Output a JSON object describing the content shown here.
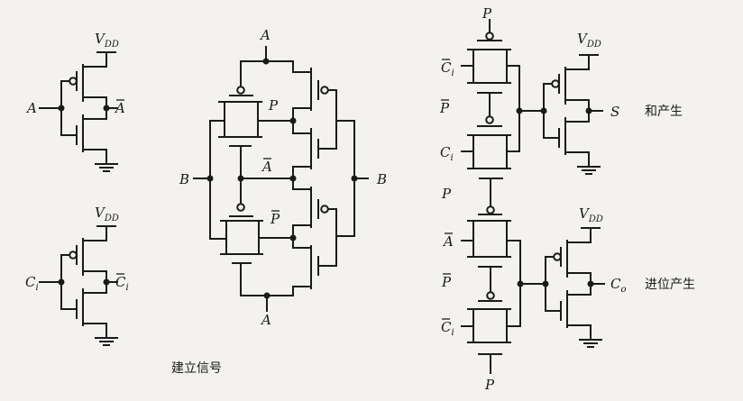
{
  "inverter_sum_a": {
    "vdd": {
      "main": "V",
      "sub": "DD"
    },
    "in": {
      "main": "A"
    },
    "out": {
      "main": "A",
      "bar": true
    }
  },
  "inverter_ci": {
    "vdd": {
      "main": "V",
      "sub": "DD"
    },
    "in": {
      "main": "C",
      "sub": "i"
    },
    "out": {
      "main": "C",
      "sub": "i",
      "bar": true
    }
  },
  "setup": {
    "top_in": {
      "main": "A"
    },
    "bottom_in": {
      "main": "A"
    },
    "left_b": {
      "main": "B"
    },
    "right_b": {
      "main": "B"
    },
    "p": {
      "main": "P"
    },
    "a_bar": {
      "main": "A",
      "bar": true
    },
    "p_bar": {
      "main": "P",
      "bar": true
    },
    "caption": "建立信号"
  },
  "sum": {
    "p_top": {
      "main": "P"
    },
    "ci_bar": {
      "main": "C",
      "sub": "i",
      "bar": true
    },
    "p_bar": {
      "main": "P",
      "bar": true
    },
    "ci": {
      "main": "C",
      "sub": "i"
    },
    "vdd": {
      "main": "V",
      "sub": "DD"
    },
    "out": {
      "main": "S"
    },
    "caption": "和产生"
  },
  "carry": {
    "p_top": {
      "main": "P"
    },
    "a_bar": {
      "main": "A",
      "bar": true
    },
    "p_bar": {
      "main": "P",
      "bar": true
    },
    "ci_bar": {
      "main": "C",
      "sub": "i",
      "bar": true
    },
    "p_bottom": {
      "main": "P"
    },
    "vdd": {
      "main": "V",
      "sub": "DD"
    },
    "out": {
      "main": "C",
      "sub": "o"
    },
    "caption": "进位产生"
  }
}
